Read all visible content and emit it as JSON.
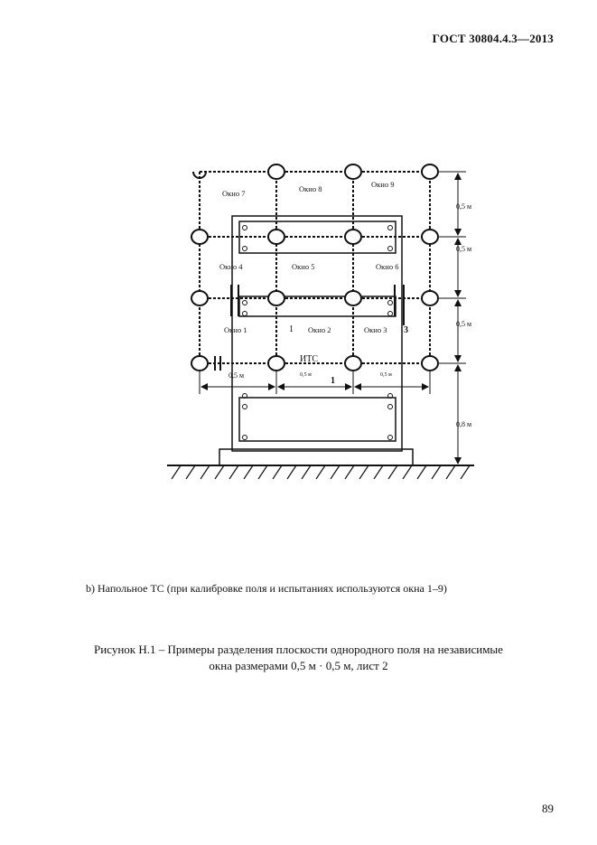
{
  "header": {
    "standard": "ГОСТ 30804.4.3—2013"
  },
  "figure": {
    "windows": [
      "Окно 1",
      "Окно 2",
      "Окно 3",
      "Окно 4",
      "Окно 5",
      "Окно 6",
      "Окно 7",
      "Окно 8",
      "Окно 9"
    ],
    "center_label": "ИТС",
    "marks": {
      "left": "1",
      "right": "3",
      "bottom": "1"
    },
    "horizontal_dims": [
      "0,5 м",
      "0,5 м",
      "0,5 м"
    ],
    "vertical_dims": [
      "0,5 м",
      "0,5 м",
      "0,5 м",
      "0,8 м"
    ]
  },
  "subcaption": "b)  Напольное  ТС  (при калибровке поля и испытаниях используются окна 1–9)",
  "caption": {
    "line1": "Рисунок Н.1 – Примеры   разделения   плоскости однородного поля на независимые",
    "line2": "окна  размерами   0,5 м  ·  0,5 м, лист 2"
  },
  "page_number": "89"
}
